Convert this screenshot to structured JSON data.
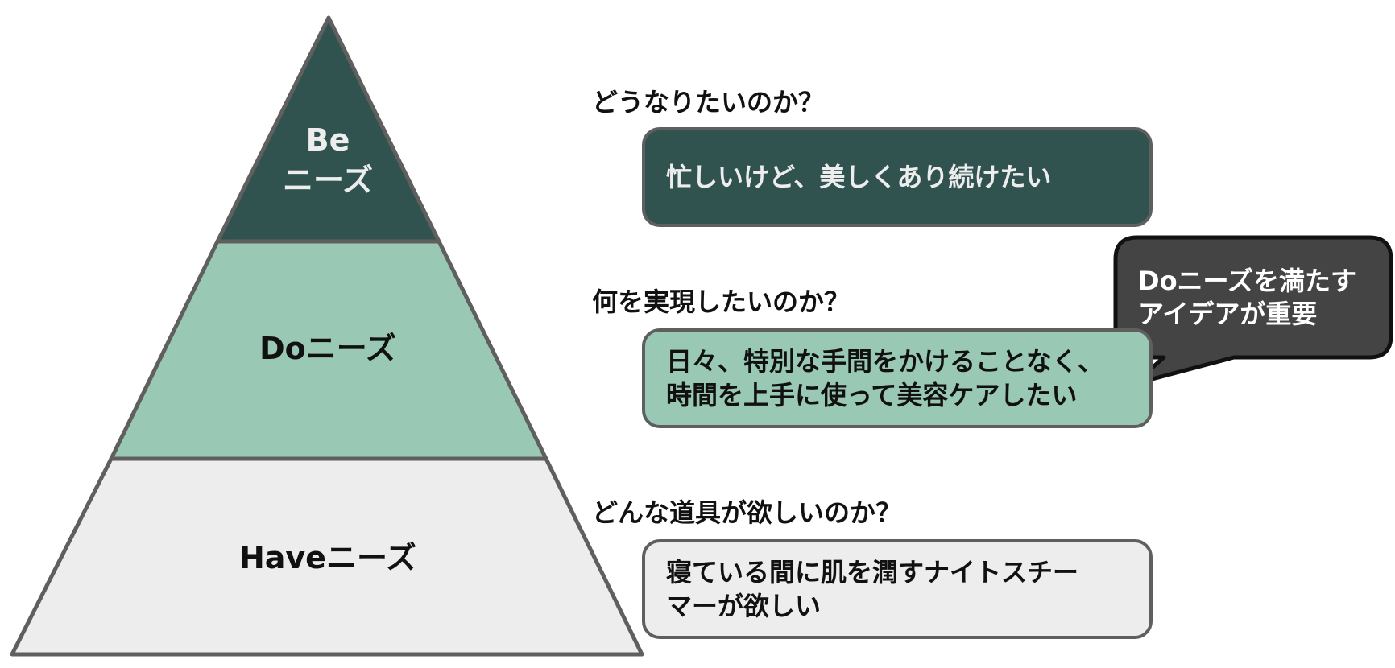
{
  "pyramid": {
    "be_line1": "Be",
    "be_line2": "ニーズ",
    "do_label": "Doニーズ",
    "have_label": "Haveニーズ"
  },
  "rows": [
    {
      "question": "どうなりたいのか？",
      "answer": "忙しいけど、美しくあり続けたい"
    },
    {
      "question": "何を実現したいのか？",
      "answer": "日々、特別な手間をかけることなく、\n時間を上手に使って美容ケアしたい"
    },
    {
      "question": "どんな道具が欲しいのか？",
      "answer": "寝ている間に肌を潤すナイトスチー\nマーが欲しい"
    }
  ],
  "callout": {
    "text": "Doニーズを満たす\nアイデアが重要"
  },
  "colors": {
    "be_fill": "#305350",
    "do_fill": "#99c8b5",
    "have_fill": "#ededed",
    "outline": "#5f5f5f",
    "callout_fill": "#444444"
  }
}
